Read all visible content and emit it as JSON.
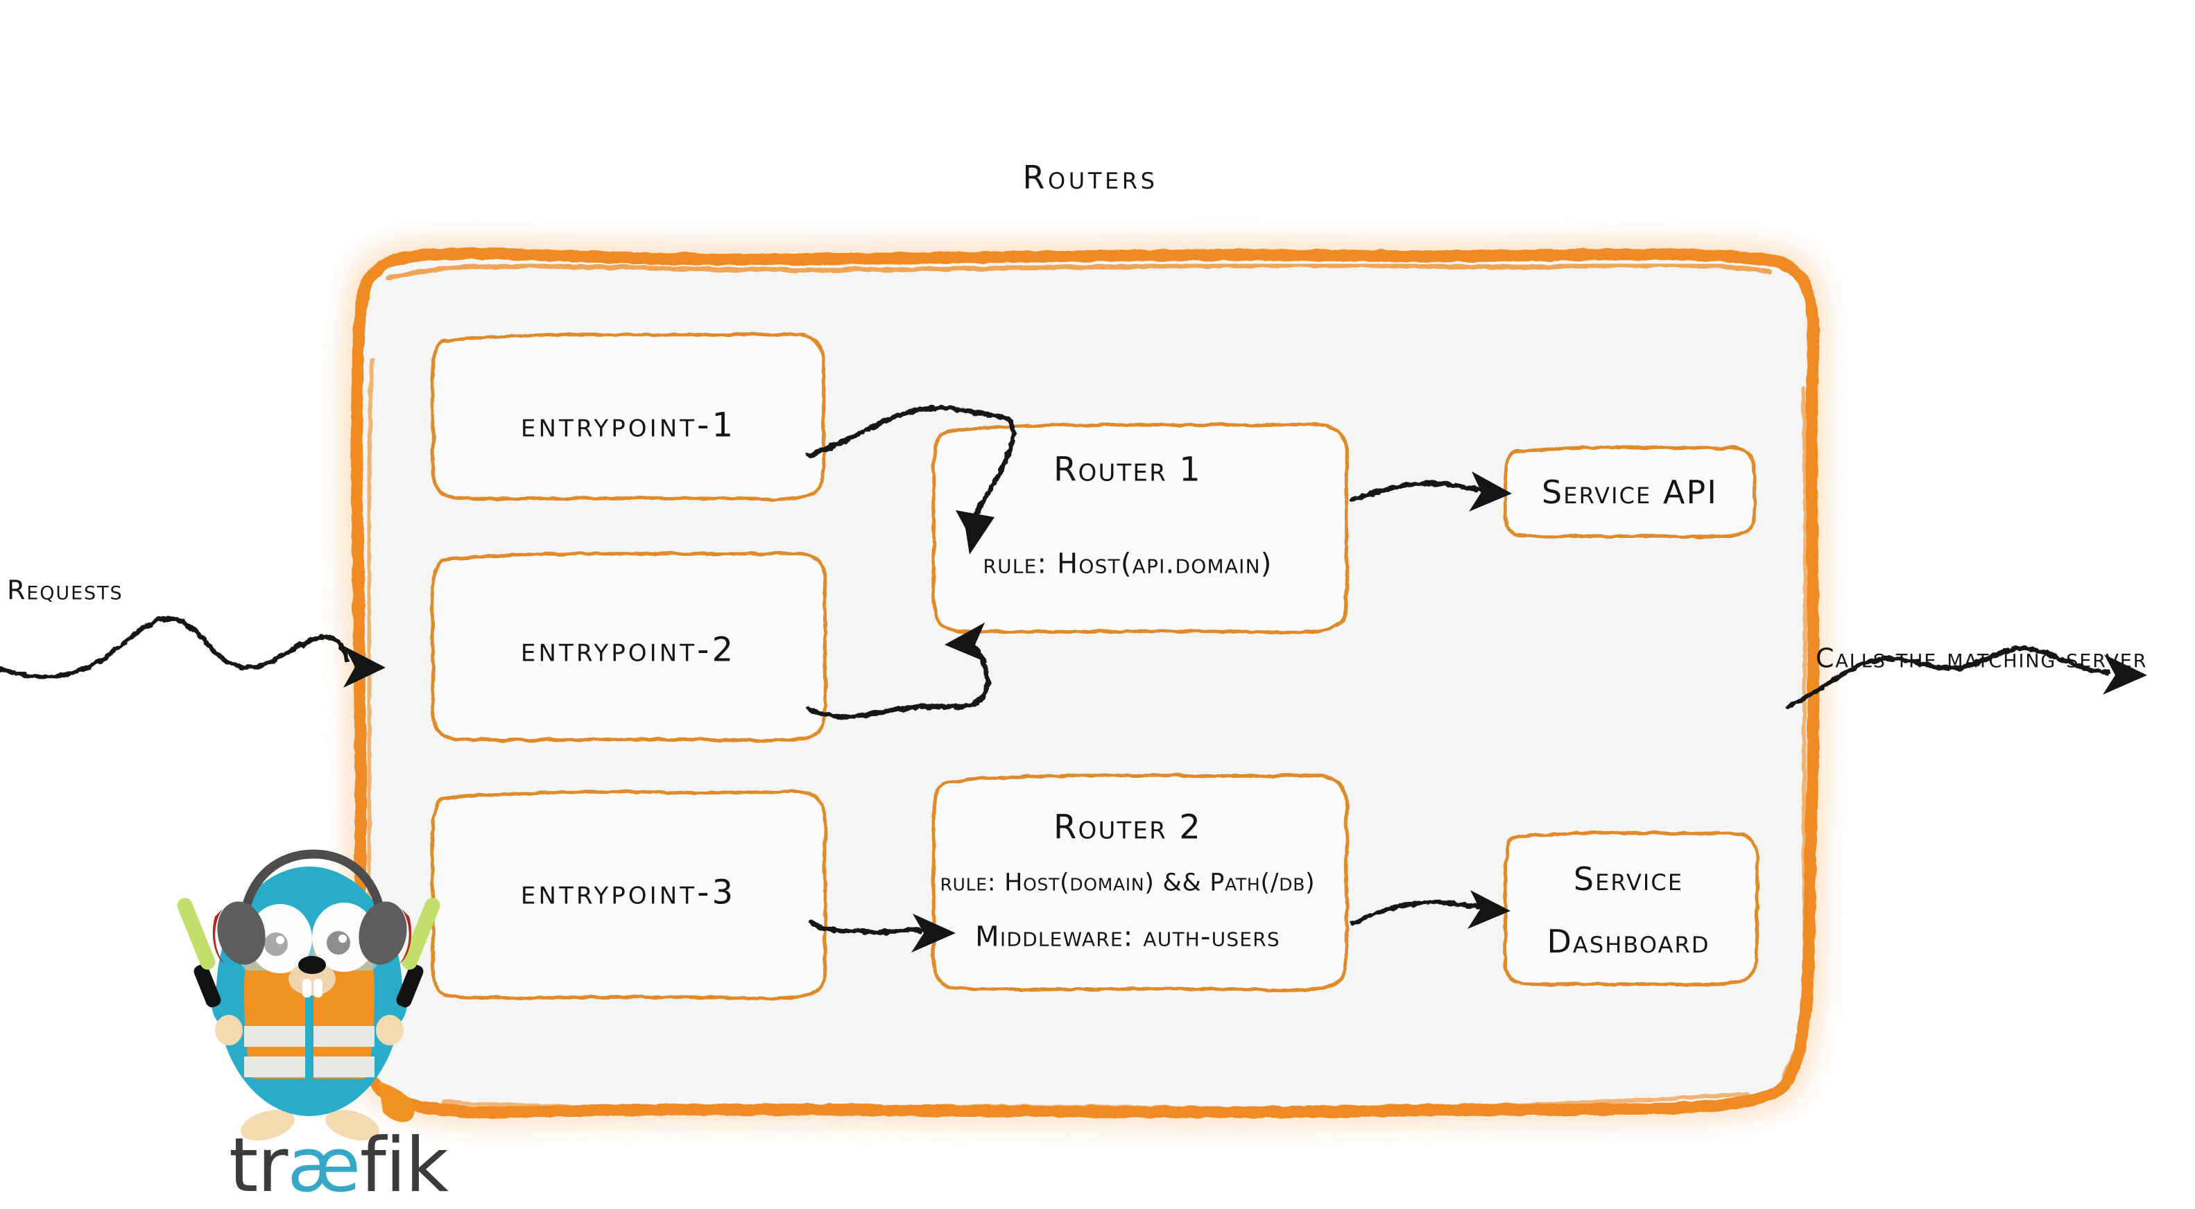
{
  "diagram": {
    "title": "Routers",
    "brand": {
      "wordmark_prefix": "tr",
      "wordmark_ligature": "æ",
      "wordmark_suffix": "fik",
      "mascot": "traefik-gopher-mascot"
    },
    "colors": {
      "accent_orange": "#ef8b22",
      "border_orange": "#e08b2a",
      "panel_fill": "#f5f5f5",
      "box_fill": "#fbfbfb",
      "ink": "#151515",
      "gopher_body": "#29abca",
      "gopher_vest": "#f09322",
      "gopher_stripe": "#e9e9e4",
      "gopher_headphone": "#5d5d5d",
      "gopher_headphone_rim": "#b02a1f",
      "gopher_wand": "#c3df6b",
      "gopher_skin": "#f5d9b0",
      "wordmark_ink": "#3b3b3b",
      "wordmark_ae": "#37a7c8"
    },
    "entrypoints": [
      {
        "id": "entrypoint-1",
        "label": "entrypoint-1"
      },
      {
        "id": "entrypoint-2",
        "label": "entrypoint-2"
      },
      {
        "id": "entrypoint-3",
        "label": "entrypoint-3"
      }
    ],
    "routers": [
      {
        "id": "router-1",
        "title": "Router 1",
        "lines": [
          {
            "key": "rule",
            "text": "rule: Host(api.domain)"
          }
        ]
      },
      {
        "id": "router-2",
        "title": "Router 2",
        "lines": [
          {
            "key": "rule",
            "text": "rule: Host(domain) && Path(/db)"
          },
          {
            "key": "middleware",
            "text": "Middleware: auth-users"
          }
        ]
      }
    ],
    "services": [
      {
        "id": "service-api",
        "lines": [
          "Service API"
        ]
      },
      {
        "id": "service-dashboard",
        "lines": [
          "Service",
          "Dashboard"
        ]
      }
    ],
    "flow_labels": {
      "incoming": "Requests",
      "outgoing": "Calls the matching server"
    },
    "connections": [
      {
        "from": "entrypoint-1",
        "to": "router-1",
        "style": "wavy-arrow"
      },
      {
        "from": "entrypoint-2",
        "to": "router-1",
        "style": "wavy-arrow"
      },
      {
        "from": "entrypoint-3",
        "to": "router-2",
        "style": "wavy-arrow"
      },
      {
        "from": "router-1",
        "to": "service-api",
        "style": "wavy-arrow"
      },
      {
        "from": "router-2",
        "to": "service-dashboard",
        "style": "wavy-arrow"
      },
      {
        "from": "incoming",
        "to": "routers-panel",
        "style": "wavy-arrow"
      },
      {
        "from": "routers-panel",
        "to": "outgoing",
        "style": "wavy-arrow"
      }
    ]
  }
}
